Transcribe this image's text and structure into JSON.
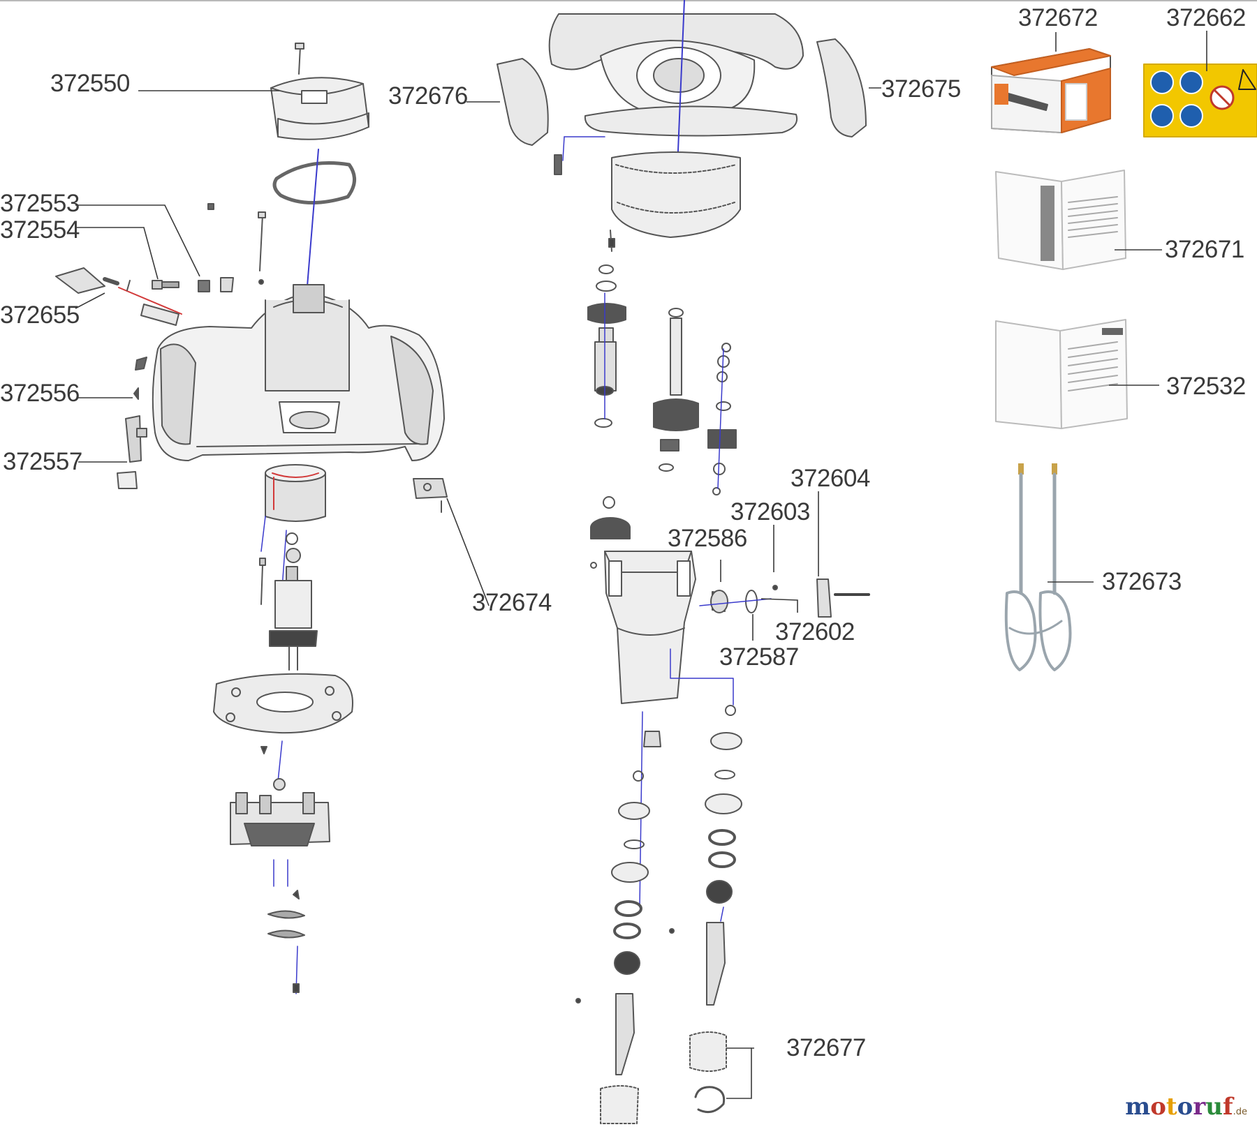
{
  "parts": {
    "p372550": "372550",
    "p372553": "372553",
    "p372554": "372554",
    "p372655": "372655",
    "p372556": "372556",
    "p372557": "372557",
    "p372674": "372674",
    "p372676": "372676",
    "p372675": "372675",
    "p372672": "372672",
    "p372662": "372662",
    "p372671": "372671",
    "p372532": "372532",
    "p372673": "372673",
    "p372604": "372604",
    "p372603": "372603",
    "p372586": "372586",
    "p372602": "372602",
    "p372587": "372587",
    "p372677": "372677"
  },
  "watermark": {
    "brand": "motoruf",
    "suffix": ".de",
    "colors": [
      "#2a4d8f",
      "#c0392b",
      "#e69f00",
      "#2a4d8f",
      "#7a2a8a",
      "#2a8a3a",
      "#c0392b"
    ]
  },
  "colors": {
    "line": "#555555",
    "leader": "#3a3a3a",
    "assembly_axis": "#3a3acc",
    "wire": "#d23a3a",
    "box_orange": "#e8772e",
    "sticker_yellow": "#f2c700",
    "sticker_blue": "#1f5fae"
  }
}
